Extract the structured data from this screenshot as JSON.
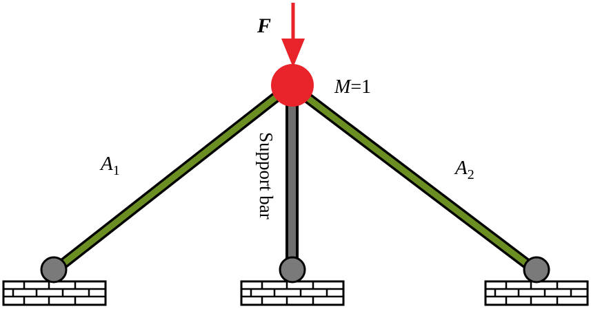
{
  "labels": {
    "force": "F",
    "mass_var": "M",
    "mass_eq": "=1",
    "bar_left_var": "A",
    "bar_left_sub": "1",
    "bar_right_var": "A",
    "bar_right_sub": "2",
    "support_bar": "Support bar"
  },
  "colors": {
    "side_bar": "#6b8e23",
    "support_bar": "#6f6f6f",
    "outline": "#000000",
    "node": "#e8232a",
    "force_arrow": "#e8232a",
    "pin": "#7a7a7a",
    "ground": "#ffffff"
  }
}
